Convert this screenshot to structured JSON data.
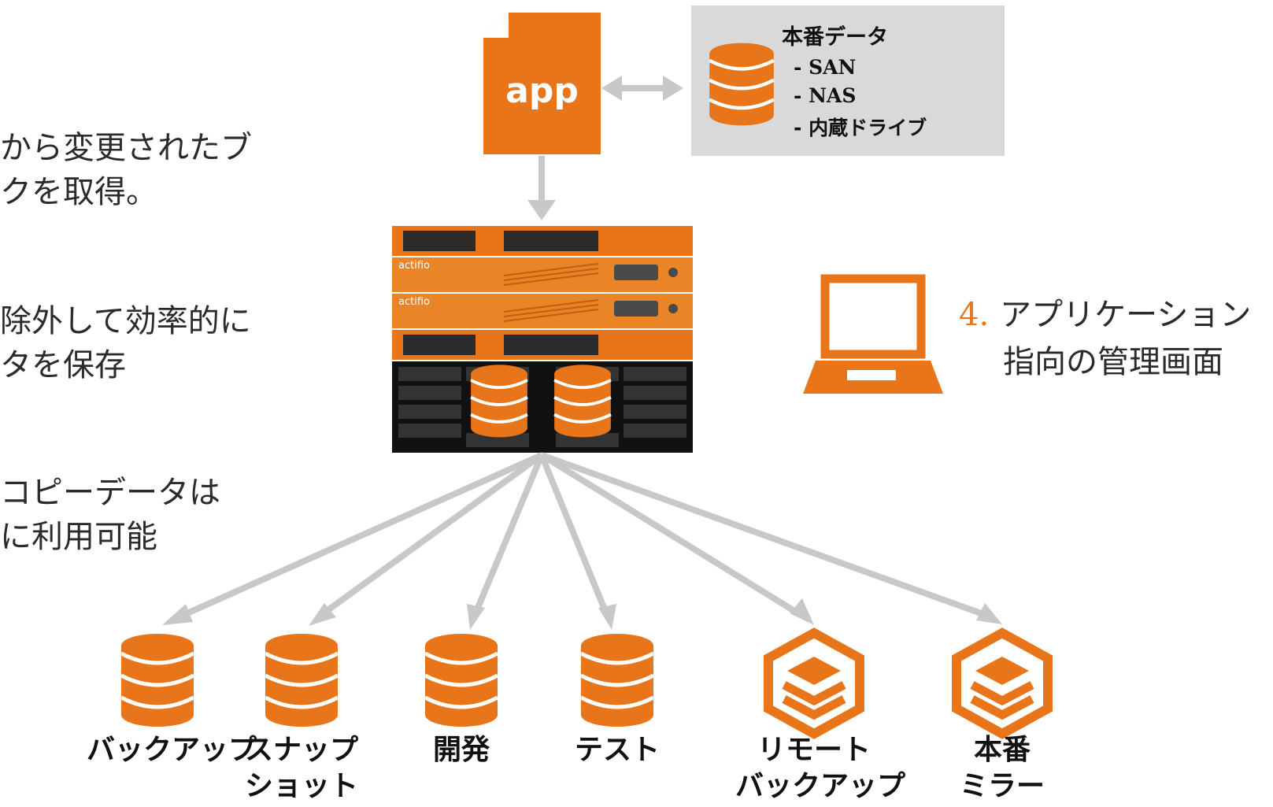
{
  "left_notes": [
    {
      "line1": "から変更されたブ",
      "line2": "クを取得。"
    },
    {
      "line1": "除外して効率的に",
      "line2": "タを保存"
    },
    {
      "line1": "コピーデータは",
      "line2": "に利用可能"
    }
  ],
  "app_icon": {
    "label": "app"
  },
  "production_data": {
    "title": "本番データ",
    "items": [
      "- SAN",
      "- NAS",
      "- 内蔵ドライブ"
    ]
  },
  "appliance": {
    "brand": "actifio"
  },
  "management": {
    "number": "4.",
    "line1": "アプリケーション",
    "line2": "指向の管理画面"
  },
  "targets": [
    {
      "label_lines": [
        "バックアップ"
      ],
      "icon": "database-icon"
    },
    {
      "label_lines": [
        "スナップ",
        "ショット"
      ],
      "icon": "database-icon"
    },
    {
      "label_lines": [
        "開発"
      ],
      "icon": "database-icon"
    },
    {
      "label_lines": [
        "テスト"
      ],
      "icon": "database-icon"
    },
    {
      "label_lines": [
        "リモート",
        "バックアップ"
      ],
      "icon": "stacked-box-icon"
    },
    {
      "label_lines": [
        "本番",
        "ミラー"
      ],
      "icon": "stacked-box-icon"
    }
  ],
  "colors": {
    "accent": "#E8751A",
    "arrow": "#C8C8C8",
    "panel": "#D9D9D9"
  }
}
